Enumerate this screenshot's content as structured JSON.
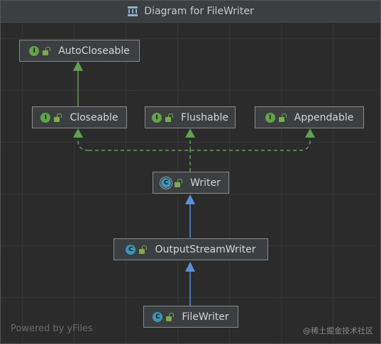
{
  "window": {
    "title": "Diagram for FileWriter"
  },
  "nodes": {
    "autocloseable": {
      "label": "AutoCloseable",
      "kind": "interface"
    },
    "closeable": {
      "label": "Closeable",
      "kind": "interface"
    },
    "flushable": {
      "label": "Flushable",
      "kind": "interface"
    },
    "appendable": {
      "label": "Appendable",
      "kind": "interface"
    },
    "writer": {
      "label": "Writer",
      "kind": "abstract-class"
    },
    "outputstreamwriter": {
      "label": "OutputStreamWriter",
      "kind": "class"
    },
    "filewriter": {
      "label": "FileWriter",
      "kind": "class"
    }
  },
  "badges": {
    "interface": "I",
    "class": "C"
  },
  "edges": [
    {
      "from": "closeable",
      "to": "autocloseable",
      "type": "extends",
      "color": "#5fa150"
    },
    {
      "from": "writer",
      "to": "closeable",
      "type": "implements",
      "color": "#5fa150"
    },
    {
      "from": "writer",
      "to": "flushable",
      "type": "implements",
      "color": "#5fa150"
    },
    {
      "from": "writer",
      "to": "appendable",
      "type": "implements",
      "color": "#5fa150"
    },
    {
      "from": "outputstreamwriter",
      "to": "writer",
      "type": "extends",
      "color": "#5b8fd6"
    },
    {
      "from": "filewriter",
      "to": "outputstreamwriter",
      "type": "extends",
      "color": "#5b8fd6"
    }
  ],
  "footer": {
    "powered_by": "Powered by yFiles",
    "watermark": "@稀土掘金技术社区"
  },
  "colors": {
    "interface_badge": "#62a447",
    "class_badge": "#3e95b8",
    "lock": "#7aab4f",
    "background": "#2b2b2b"
  }
}
